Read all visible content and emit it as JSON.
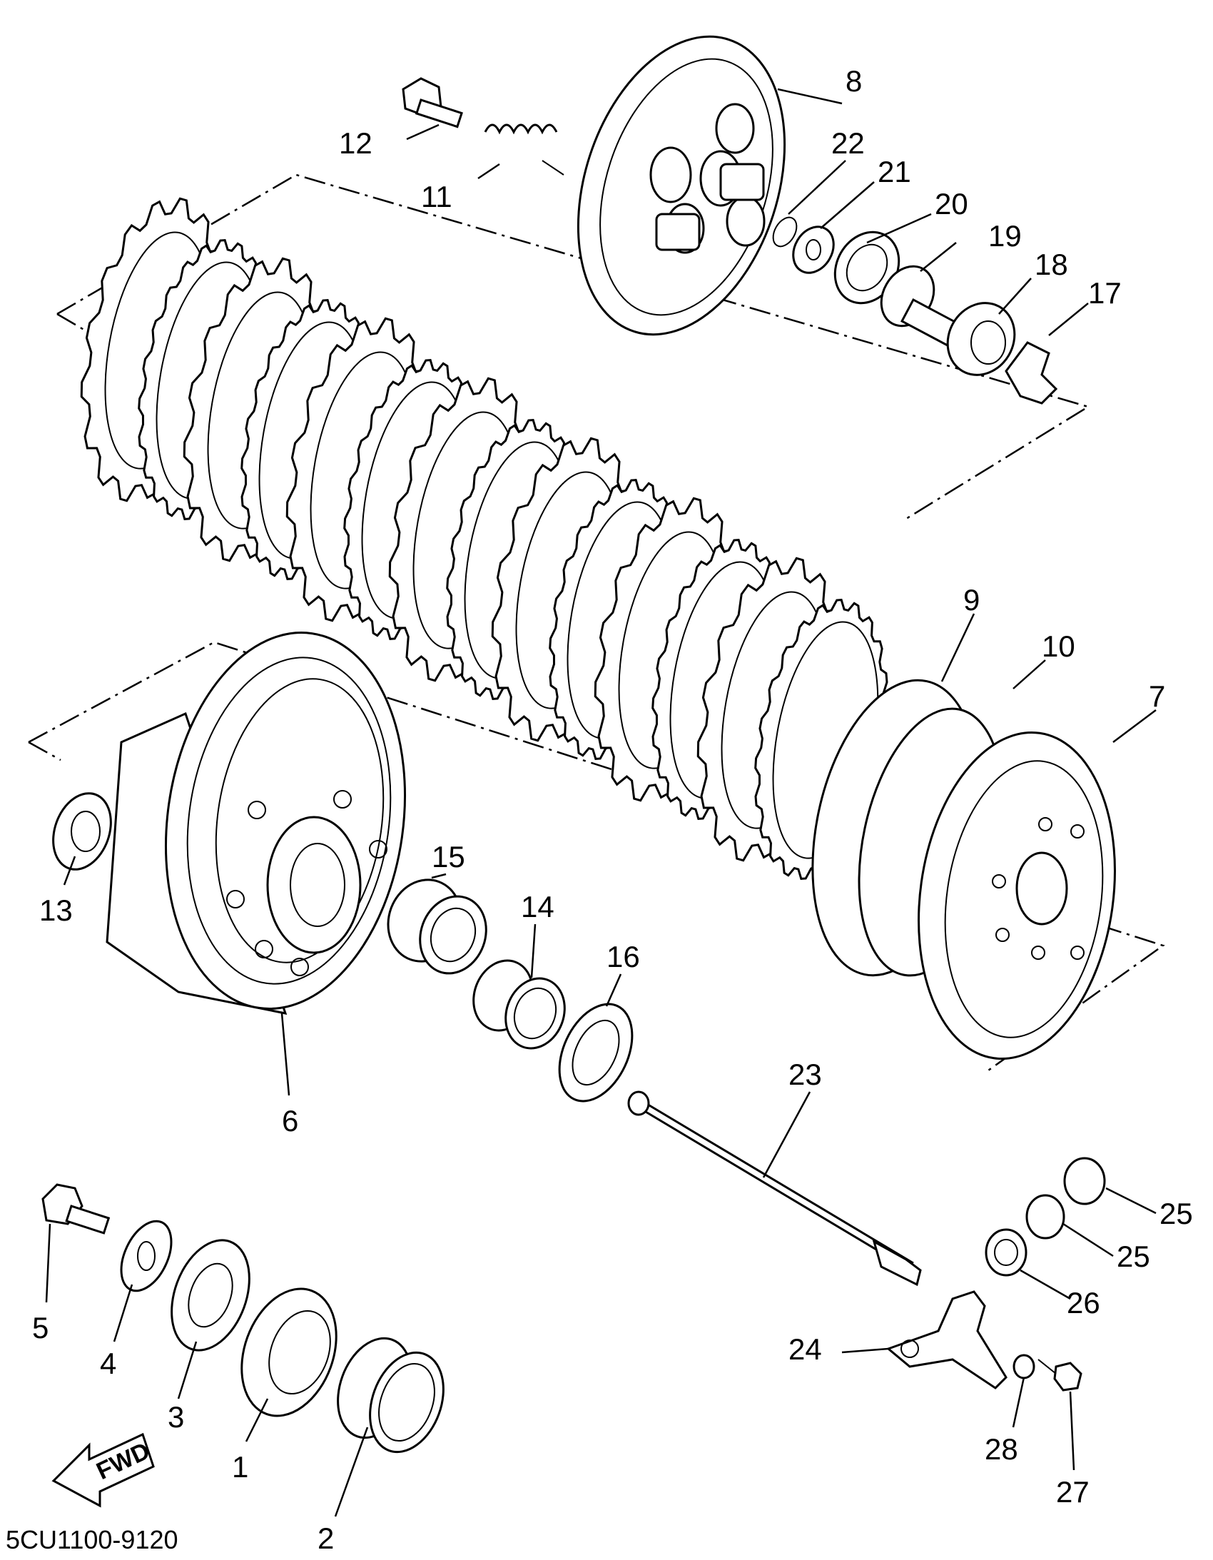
{
  "diagram_code": "5CU1100-9120",
  "fwd_arrow_text": "FWD",
  "parts": [
    {
      "id": "p1",
      "label": "1"
    },
    {
      "id": "p2",
      "label": "2"
    },
    {
      "id": "p3",
      "label": "3"
    },
    {
      "id": "p4",
      "label": "4"
    },
    {
      "id": "p5",
      "label": "5"
    },
    {
      "id": "p6",
      "label": "6"
    },
    {
      "id": "p7",
      "label": "7"
    },
    {
      "id": "p8",
      "label": "8"
    },
    {
      "id": "p9",
      "label": "9"
    },
    {
      "id": "p10",
      "label": "10"
    },
    {
      "id": "p11",
      "label": "11"
    },
    {
      "id": "p12",
      "label": "12"
    },
    {
      "id": "p13",
      "label": "13"
    },
    {
      "id": "p14",
      "label": "14"
    },
    {
      "id": "p15",
      "label": "15"
    },
    {
      "id": "p16",
      "label": "16"
    },
    {
      "id": "p17",
      "label": "17"
    },
    {
      "id": "p18",
      "label": "18"
    },
    {
      "id": "p19",
      "label": "19"
    },
    {
      "id": "p20",
      "label": "20"
    },
    {
      "id": "p21",
      "label": "21"
    },
    {
      "id": "p22",
      "label": "22"
    },
    {
      "id": "p23",
      "label": "23"
    },
    {
      "id": "p24",
      "label": "24"
    },
    {
      "id": "p25a",
      "label": "25"
    },
    {
      "id": "p25b",
      "label": "25"
    },
    {
      "id": "p26",
      "label": "26"
    },
    {
      "id": "p27",
      "label": "27"
    },
    {
      "id": "p28",
      "label": "28"
    }
  ]
}
